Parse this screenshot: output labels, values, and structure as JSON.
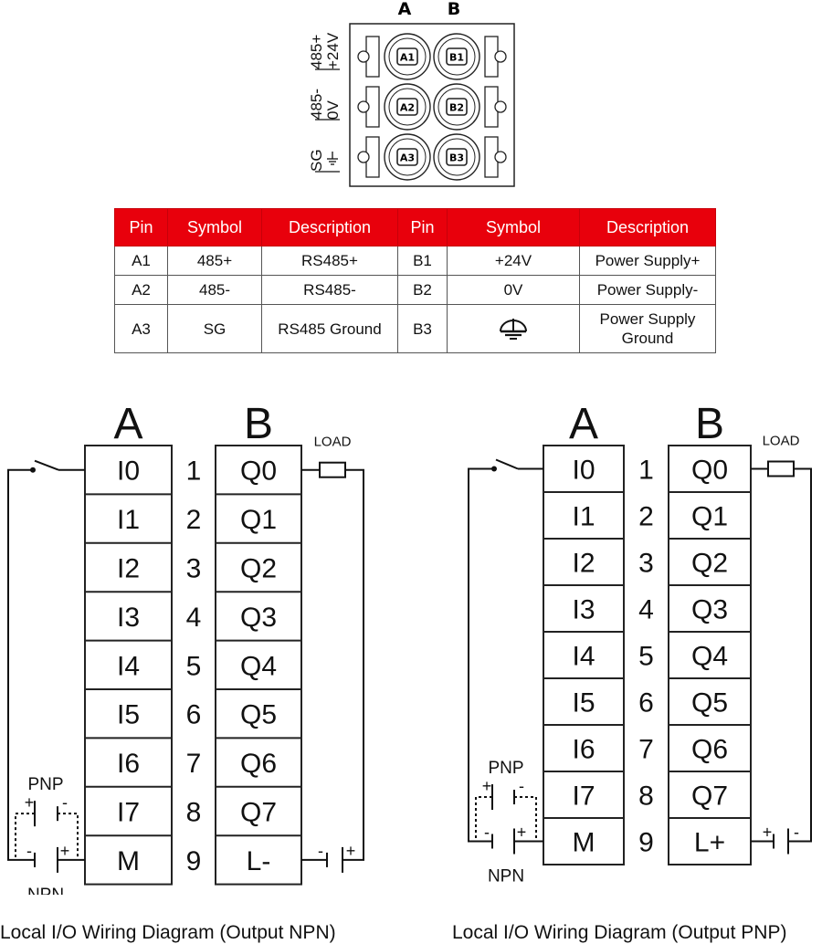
{
  "terminal": {
    "col_a": "A",
    "col_b": "B",
    "side_labels": [
      {
        "top": "485+",
        "bottom": "+24V"
      },
      {
        "top": "485-",
        "bottom": "0V"
      },
      {
        "top": "SG",
        "bottom": ""
      }
    ],
    "a_pins": [
      "A1",
      "A2",
      "A3"
    ],
    "b_pins": [
      "B1",
      "B2",
      "B3"
    ]
  },
  "pin_table": {
    "headers": [
      "Pin",
      "Symbol",
      "Description",
      "Pin",
      "Symbol",
      "Description"
    ],
    "rows": [
      [
        "A1",
        "485+",
        "RS485+",
        "B1",
        "+24V",
        "Power Supply+"
      ],
      [
        "A2",
        "485-",
        "RS485-",
        "B2",
        "0V",
        "Power Supply-"
      ],
      [
        "A3",
        "SG",
        "RS485 Ground",
        "B3",
        "ground-symbol",
        "Power Supply Ground"
      ]
    ],
    "colors": {
      "header_bg": "#e8000c",
      "header_text": "#ffffff"
    }
  },
  "diagrams": [
    {
      "col_a": "A",
      "col_b": "B",
      "inputs": [
        "I0",
        "I1",
        "I2",
        "I3",
        "I4",
        "I5",
        "I6",
        "I7",
        "M"
      ],
      "numbers": [
        "1",
        "2",
        "3",
        "4",
        "5",
        "6",
        "7",
        "8",
        "9"
      ],
      "outputs": [
        "Q0",
        "Q1",
        "Q2",
        "Q3",
        "Q4",
        "Q5",
        "Q6",
        "Q7",
        "L-"
      ],
      "load_label": "LOAD",
      "pnp_label": "PNP",
      "npn_label": "NPN",
      "caption": "Local I/O Wiring Diagram (Output NPN)"
    },
    {
      "col_a": "A",
      "col_b": "B",
      "inputs": [
        "I0",
        "I1",
        "I2",
        "I3",
        "I4",
        "I5",
        "I6",
        "I7",
        "M"
      ],
      "numbers": [
        "1",
        "2",
        "3",
        "4",
        "5",
        "6",
        "7",
        "8",
        "9"
      ],
      "outputs": [
        "Q0",
        "Q1",
        "Q2",
        "Q3",
        "Q4",
        "Q5",
        "Q6",
        "Q7",
        "L+"
      ],
      "load_label": "LOAD",
      "pnp_label": "PNP",
      "npn_label": "NPN",
      "caption": "Local I/O Wiring Diagram (Output PNP)"
    }
  ]
}
